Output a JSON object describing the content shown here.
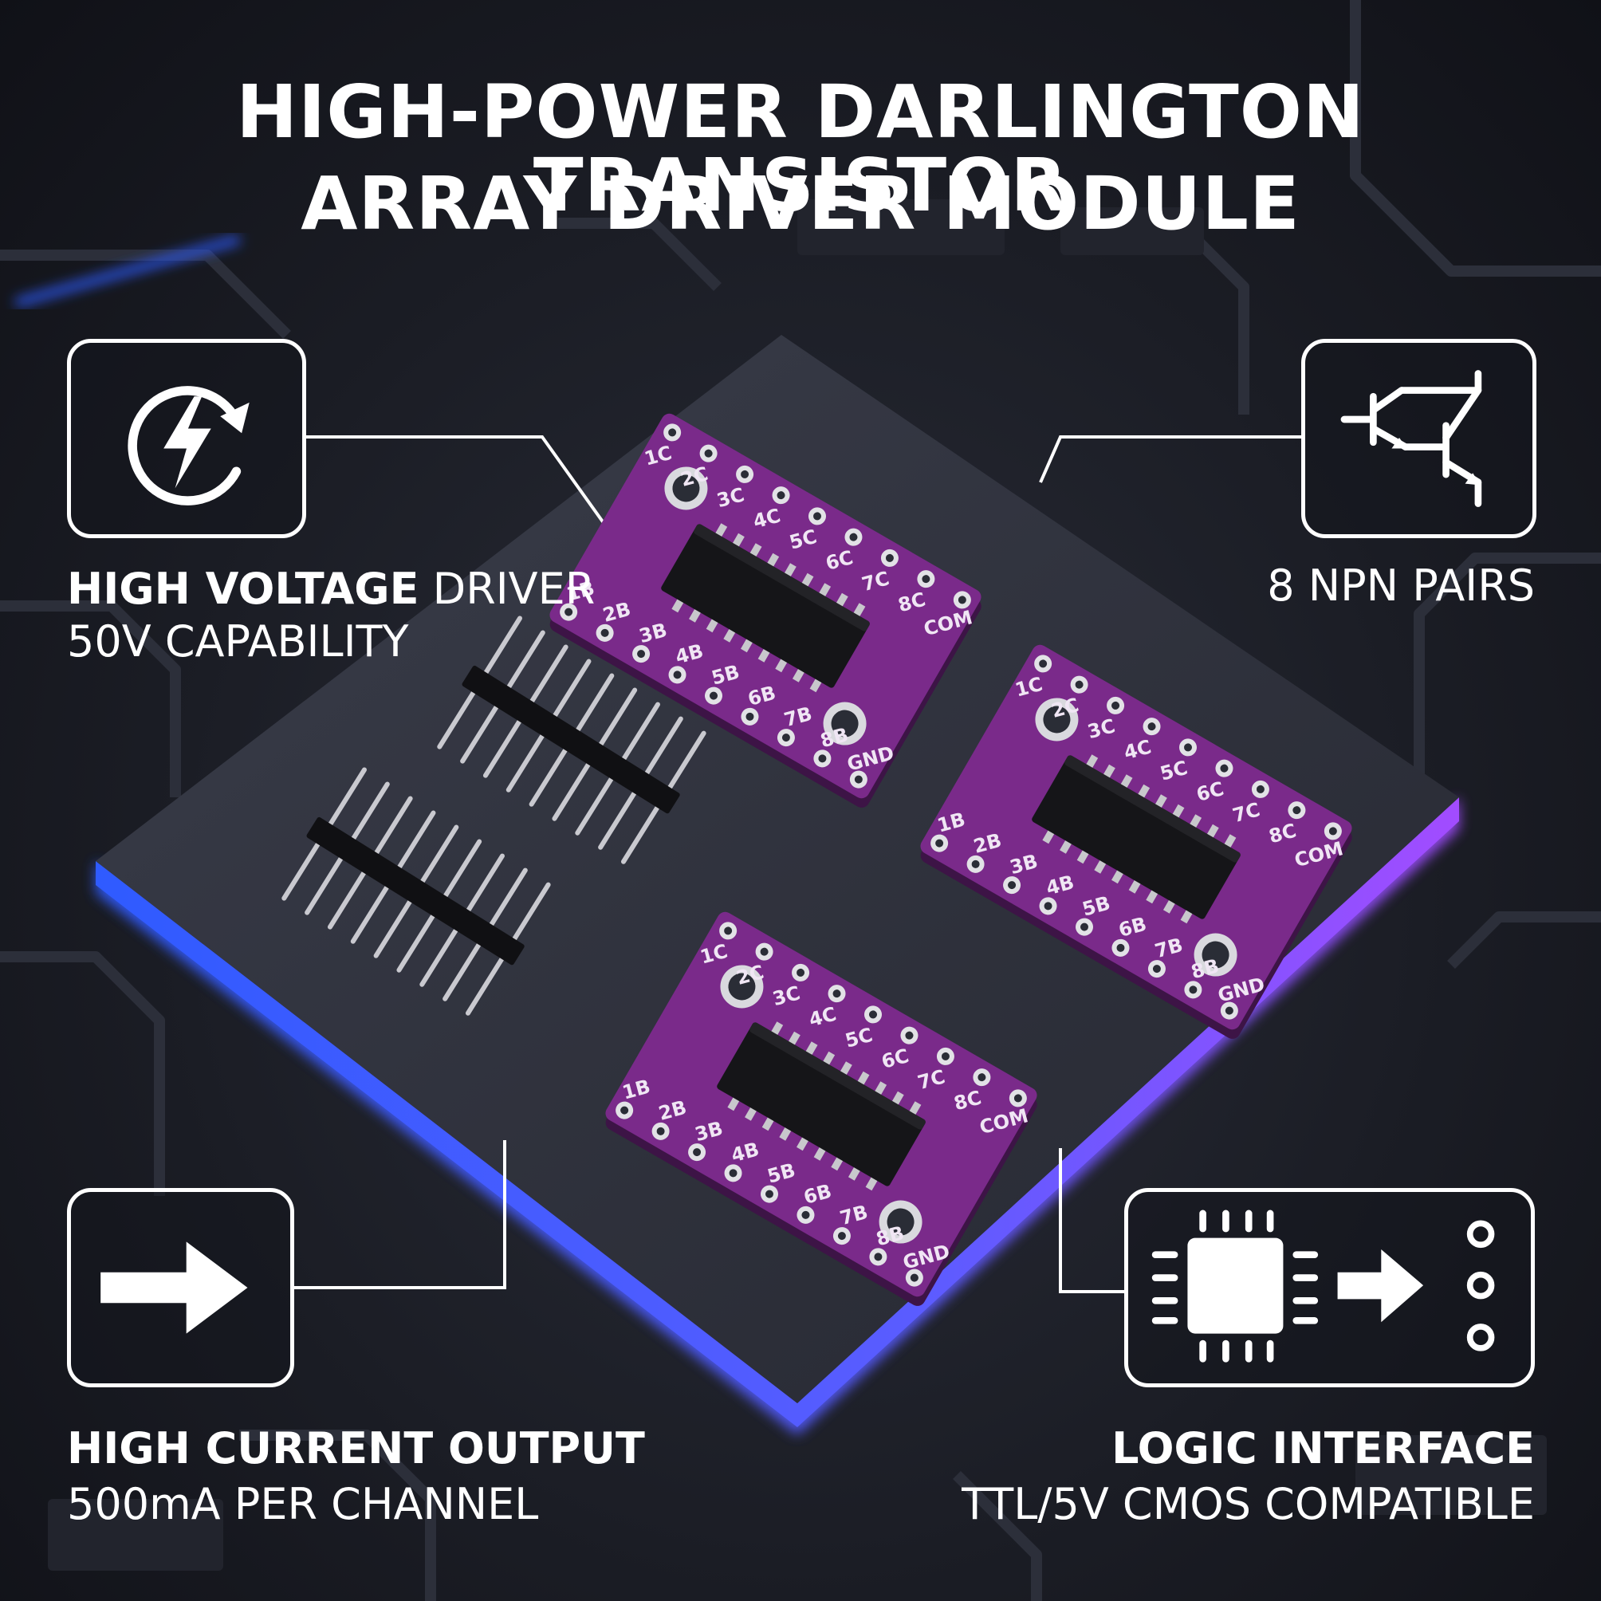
{
  "title": {
    "line1": "HIGH-POWER DARLINGTON TRANSISTOR",
    "line2": "ARRAY DRIVER MODULE"
  },
  "features": {
    "voltage": {
      "icon": "lightning-cycle-icon",
      "bold": "HIGH VOLTAGE",
      "light": " DRIVER",
      "sub": "50V CAPABILITY"
    },
    "npn": {
      "icon": "darlington-transistor-icon",
      "text": "8 NPN PAIRS"
    },
    "current": {
      "icon": "arrow-right-icon",
      "bold": "HIGH CURRENT OUTPUT",
      "sub": "500mA PER CHANNEL"
    },
    "logic": {
      "icon": "chip-to-pins-icon",
      "bold": "LOGIC INTERFACE",
      "sub": "TTL/5V CMOS COMPATIBLE"
    }
  },
  "board": {
    "input_labels": [
      "1B",
      "2B",
      "3B",
      "4B",
      "5B",
      "6B",
      "7B",
      "8B",
      "GND"
    ],
    "output_labels": [
      "1C",
      "2C",
      "3C",
      "4C",
      "5C",
      "6C",
      "7C",
      "8C",
      "COM"
    ]
  },
  "colors": {
    "pcb": "#7a2a8a",
    "accent_blue": "#3a5cff",
    "accent_purple": "#8a4cff",
    "text": "#ffffff"
  }
}
